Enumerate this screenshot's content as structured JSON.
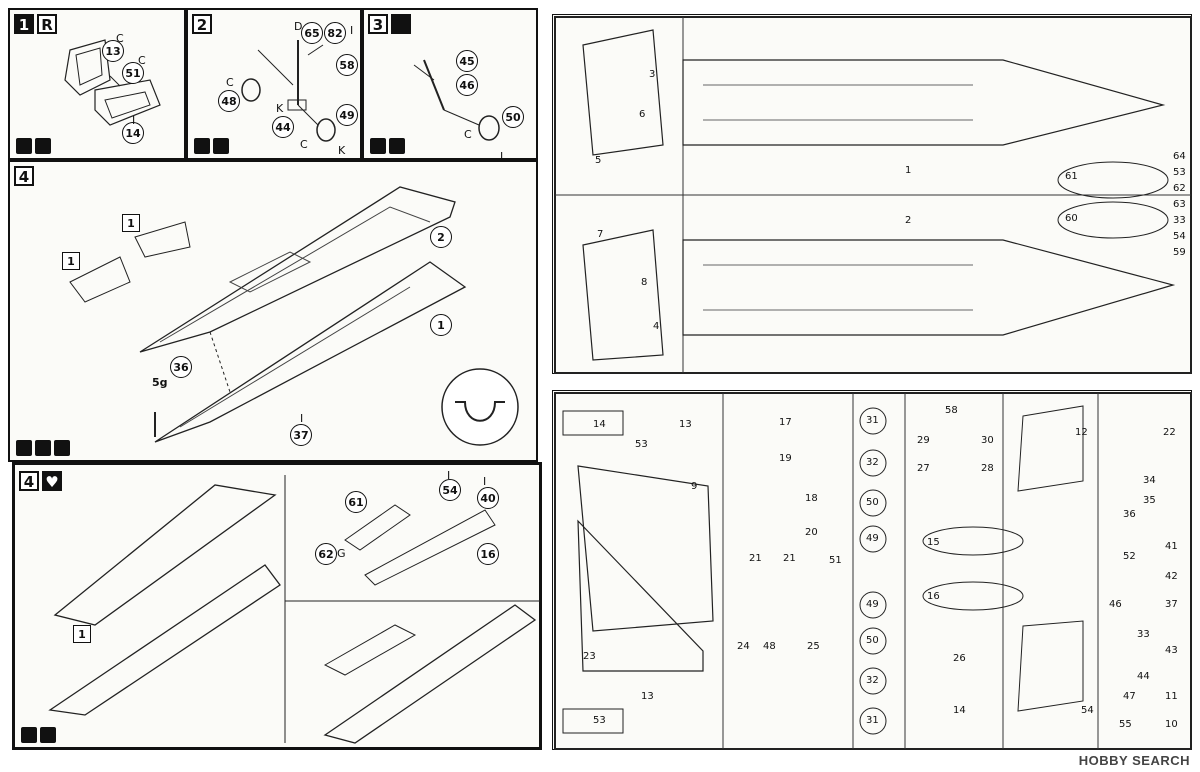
{
  "steps": {
    "s1": {
      "number": "1",
      "suffix": "R"
    },
    "s2": {
      "number": "2"
    },
    "s3": {
      "number": "3"
    },
    "s4": {
      "number": "4"
    },
    "s4b": {
      "number": "4"
    }
  },
  "callouts": {
    "s1_13": "13",
    "s1_51": "51",
    "s1_14": "14",
    "s2_65": "65",
    "s2_82": "82",
    "s2_58": "58",
    "s2_48": "48",
    "s2_44": "44",
    "s2_49": "49",
    "s3_45": "45",
    "s3_46": "46",
    "s3_50": "50",
    "s4_2": "2",
    "s4_1": "1",
    "s4_36": "36",
    "s4_37": "37",
    "s4b_61": "61",
    "s4b_54": "54",
    "s4b_40": "40",
    "s4b_62": "62",
    "s4b_16": "16"
  },
  "numboxes": {
    "s4_seat_a": "1",
    "s4_seat_b": "1",
    "s4b_seat": "1"
  },
  "labels": {
    "c1": "C",
    "c2": "C",
    "i1": "I",
    "d1": "D",
    "i2": "I",
    "c3": "C",
    "k1": "K",
    "c4": "C",
    "k2": "K",
    "c5": "C",
    "i3": "I",
    "weight": "5g",
    "i4": "I",
    "i5": "I",
    "g1": "G",
    "i6": "I",
    "i7": "I"
  },
  "sprue_upper_nums": [
    "3",
    "6",
    "5",
    "7",
    "8",
    "4",
    "1",
    "2",
    "61",
    "60",
    "64",
    "53",
    "62",
    "63",
    "33",
    "54",
    "59"
  ],
  "sprue_lower_nums": [
    "14",
    "53",
    "13",
    "17",
    "19",
    "18",
    "20",
    "21",
    "21",
    "51",
    "31",
    "32",
    "50",
    "49",
    "49",
    "50",
    "32",
    "31",
    "29",
    "58",
    "30",
    "27",
    "28",
    "12",
    "22",
    "34",
    "35",
    "36",
    "15",
    "16",
    "52",
    "41",
    "42",
    "46",
    "37",
    "33",
    "43",
    "44",
    "47",
    "11",
    "54",
    "55",
    "10",
    "9",
    "23",
    "24",
    "48",
    "25",
    "26",
    "14",
    "53",
    "13"
  ],
  "watermark": "HOBBY SEARCH"
}
